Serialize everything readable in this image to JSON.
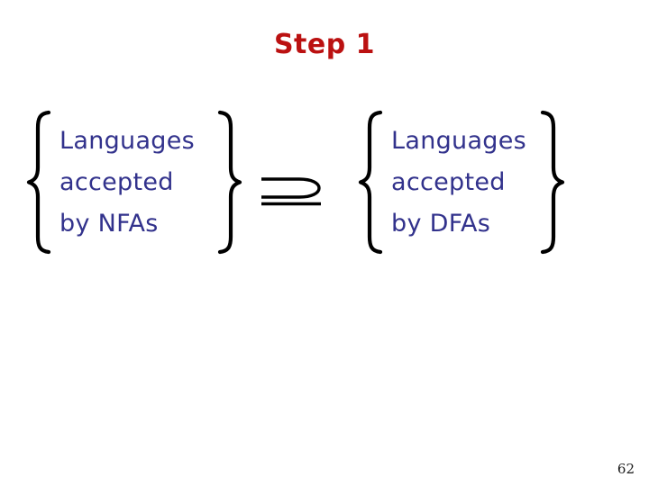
{
  "slide": {
    "title": "Step 1",
    "page_number": "62",
    "background_color": "#ffffff",
    "title_color": "#bb1111",
    "set_text_color": "#32328c",
    "brace_color": "#000000"
  },
  "relation": {
    "symbol": "⊇",
    "symbol_name": "superset-or-equal",
    "left_set": {
      "open_brace": "{",
      "close_brace": "}",
      "lines": [
        "Languages",
        "accepted",
        "by NFAs"
      ]
    },
    "right_set": {
      "open_brace": "{",
      "close_brace": "}",
      "lines": [
        "Languages",
        "accepted",
        "by DFAs"
      ]
    }
  }
}
